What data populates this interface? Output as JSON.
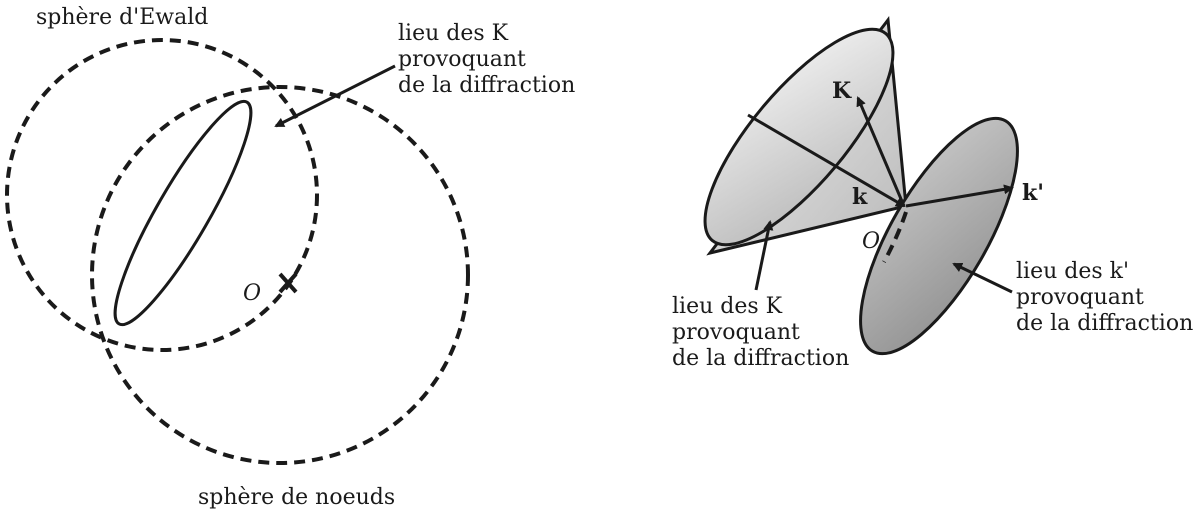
{
  "left_figure": {
    "ewald_sphere_label": "sphère d'Ewald",
    "node_sphere_label": "sphère de noeuds",
    "origin_label": "O",
    "locus_label": [
      "lieu des K",
      "provoquant",
      "de la diffraction"
    ]
  },
  "right_figure": {
    "vector_K_label": "K",
    "vector_k_label": "k",
    "vector_kprime_label": "k'",
    "origin_label": "O",
    "locus_K_label": [
      "lieu des K",
      "provoquant",
      "de la diffraction"
    ],
    "locus_kprime_label": [
      "lieu des k'",
      "provoquant",
      "de la diffraction"
    ]
  }
}
